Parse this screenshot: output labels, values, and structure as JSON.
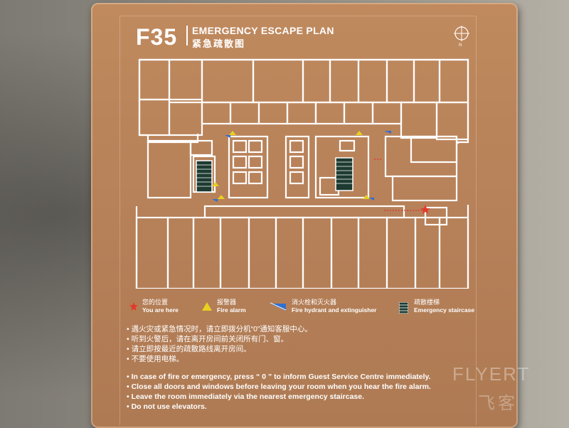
{
  "sign": {
    "floor_code": "F35",
    "title_en": "EMERGENCY ESCAPE PLAN",
    "title_zh": "紧急疏散图",
    "compass_label": "N"
  },
  "legend": [
    {
      "zh": "您的位置",
      "en": "You are here",
      "icon": "red-star-icon",
      "color": "#e23a2a"
    },
    {
      "zh": "报警器",
      "en": "Fire alarm",
      "icon": "yellow-triangle-icon",
      "color": "#e8d020"
    },
    {
      "zh": "消火栓和灭火器",
      "en": "Fire hydrant and extinguisher",
      "icon": "blue-wedge-icon",
      "color": "#2f6fd0"
    },
    {
      "zh": "疏散楼梯",
      "en": "Emergency staircase",
      "icon": "staircase-icon",
      "color": "#1e3b32"
    }
  ],
  "instructions_zh": [
    "• 遇火灾或紧急情况时，请立即拨分机“0”通知客服中心。",
    "• 听到火警后，请在离开房间前关闭所有门、窗。",
    "• 请立即按最近的疏散路线离开房间。",
    "• 不要使用电梯。"
  ],
  "instructions_en": [
    "• In case of fire or emergency, press “ 0 ” to inform Guest Service Centre immediately.",
    "• Close all doors and windows before leaving your room when you hear the fire alarm.",
    "• Leave the room immediately via the nearest emergency staircase.",
    "• Do not use elevators."
  ],
  "watermark": {
    "en": "FLYERT",
    "zh": "飞客"
  },
  "colors": {
    "plaque": "#b8825a",
    "lines": "#ffffff"
  }
}
